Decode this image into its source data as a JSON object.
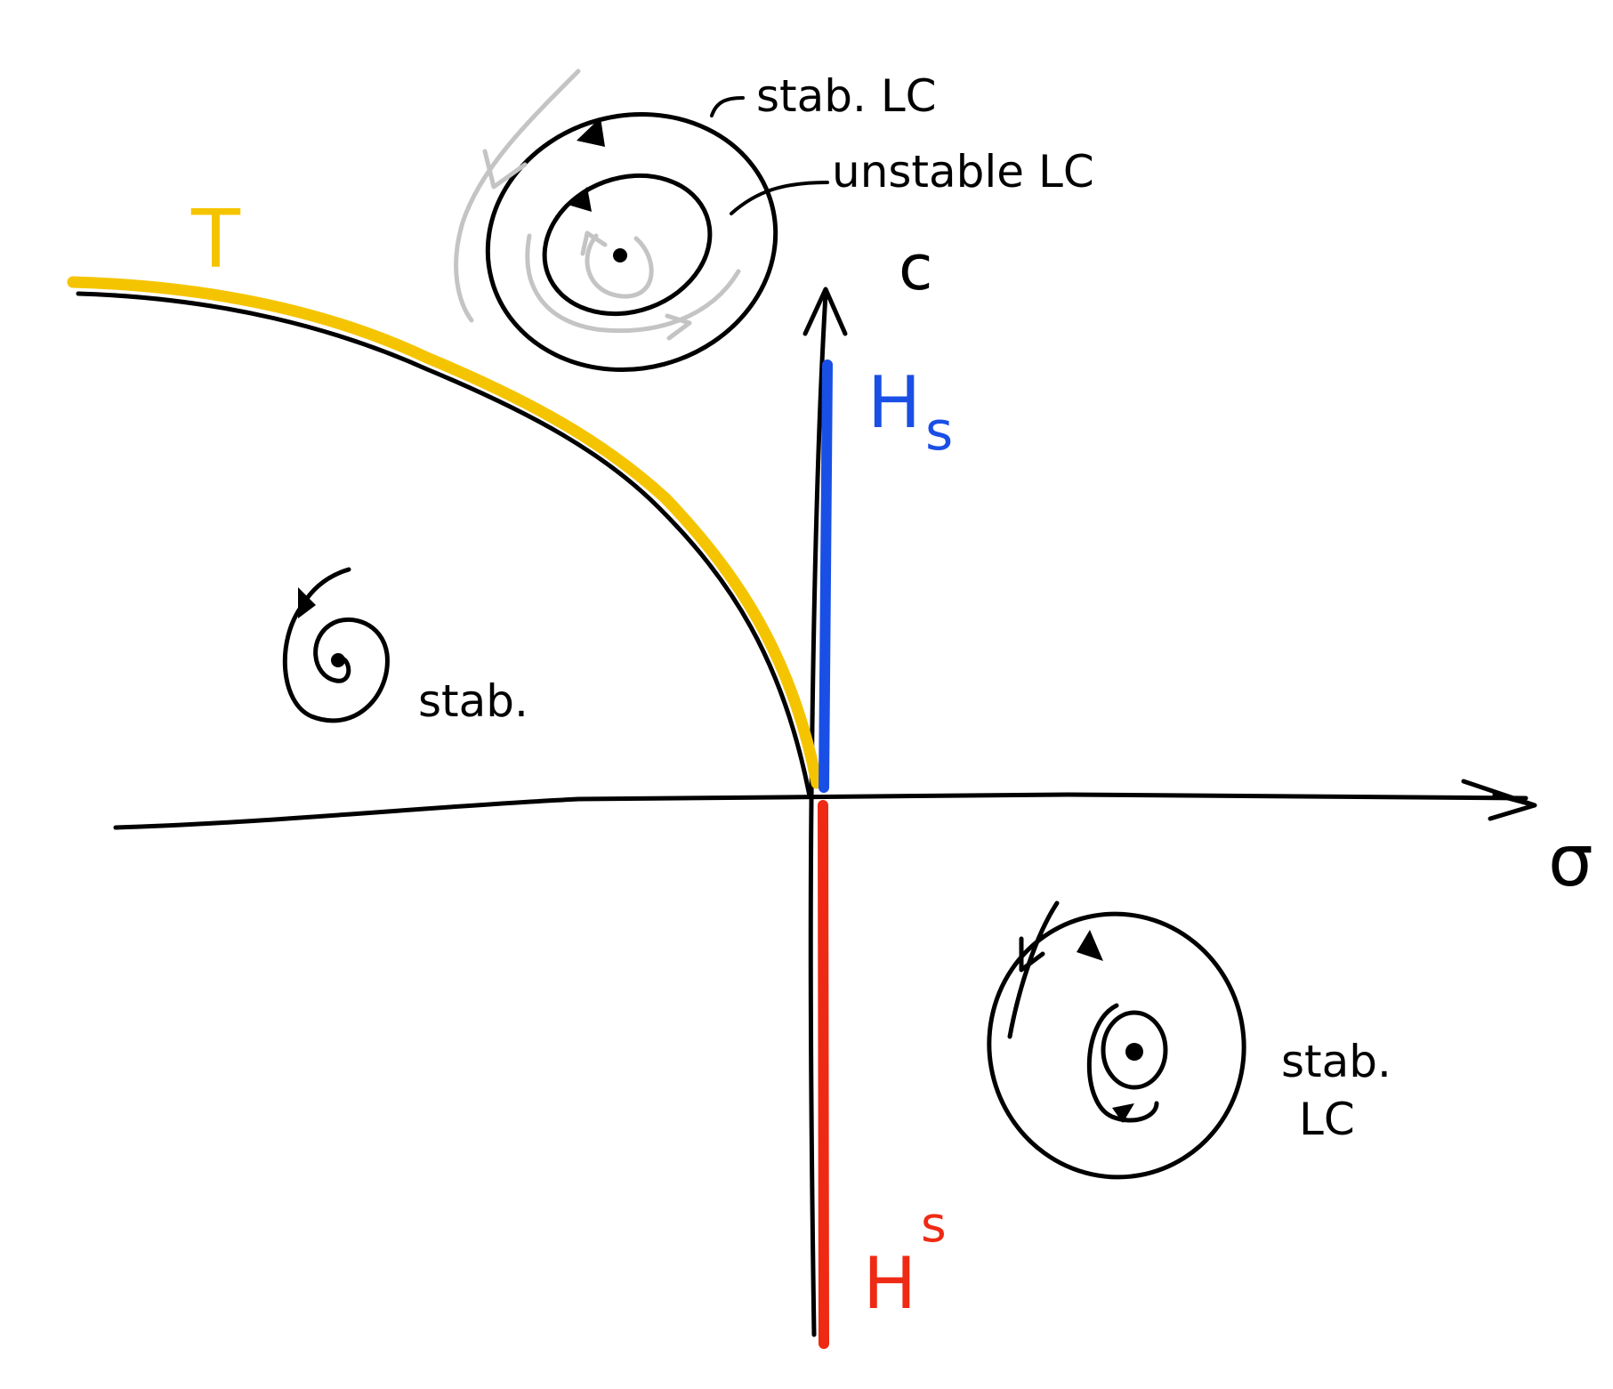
{
  "labels": {
    "tangency_curve": "T",
    "vertical_axis": "c",
    "horizontal_axis": "σ",
    "upper_hopf_H": "H",
    "upper_hopf_sub": "s",
    "lower_hopf_H": "H",
    "lower_hopf_sup": "s",
    "top_stable_lc": "stab. LC",
    "top_unstable_lc": "unstable LC",
    "left_region": "stab.",
    "right_region_line1": "stab.",
    "right_region_line2": "LC"
  },
  "colors": {
    "ink": "#000000",
    "tangency": "#f5c400",
    "upper_hopf": "#1a4fe6",
    "lower_hopf": "#ef2a14",
    "gray_flow": "#c4c4c4"
  }
}
